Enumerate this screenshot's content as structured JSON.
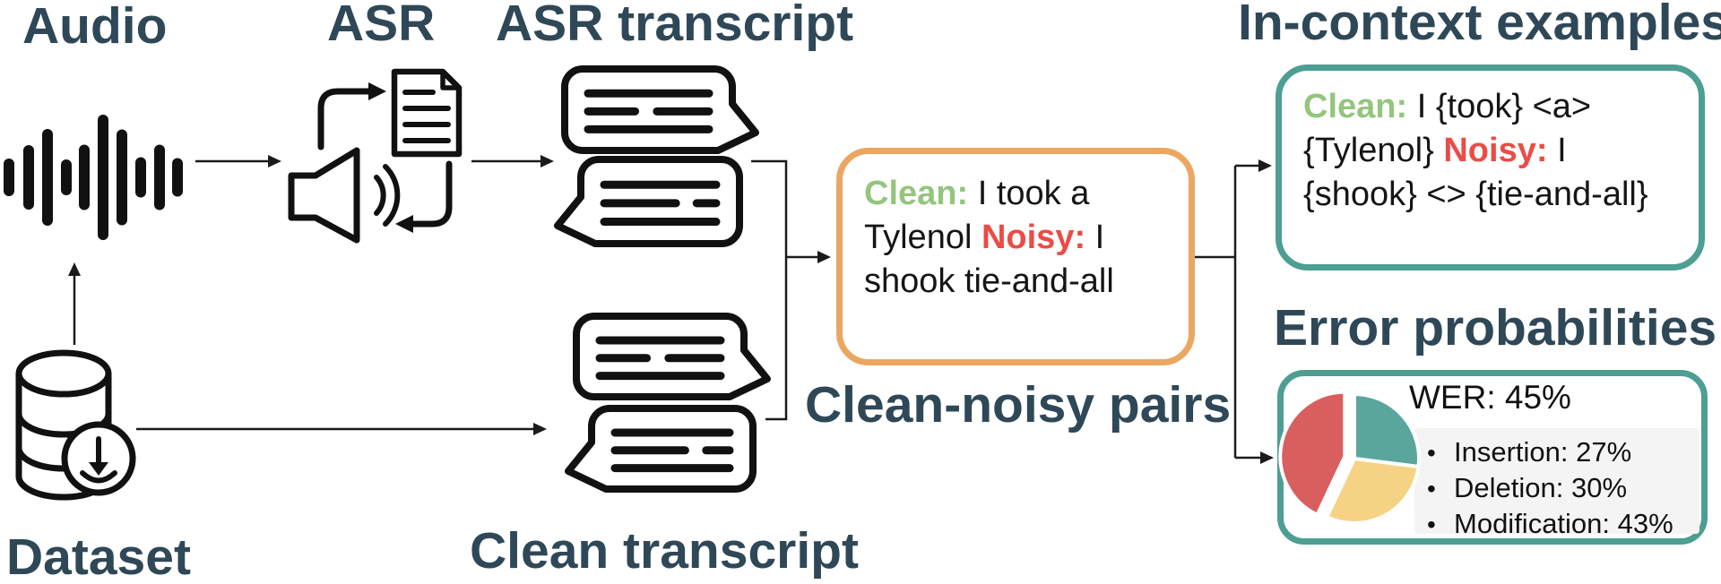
{
  "labels": {
    "audio": "Audio",
    "asr": "ASR",
    "asr_transcript": "ASR transcript",
    "in_context": "In-context examples",
    "dataset": "Dataset",
    "clean_transcript": "Clean transcript",
    "clean_noisy": "Clean-noisy pairs",
    "error_probabilities": "Error probabilities"
  },
  "pair_box": {
    "clean_label": "Clean:",
    "clean_text": "I took a Tylenol",
    "noisy_label": "Noisy:",
    "noisy_text": "I shook tie-and-all"
  },
  "incontext_box": {
    "clean_label": "Clean:",
    "clean_text": "I {took} <a> {Tylenol}",
    "noisy_label": "Noisy:",
    "noisy_text": "I {shook} <> {tie-and-all}"
  },
  "error_box": {
    "wer": "WER: 45%",
    "items": [
      "Insertion: 27%",
      "Deletion: 30%",
      "Modification: 43%"
    ]
  },
  "palette": {
    "title_color": "#2F4858",
    "orange_border": "#EAA761",
    "teal_border": "#4D9E93",
    "green_label": "#94C57D",
    "red_label": "#EA4C46",
    "icon_black": "#111111",
    "panel_gray": "#F4F4F5"
  },
  "chart_data": {
    "type": "pie",
    "title": "WER: 45%",
    "labels": [
      "Insertion",
      "Deletion",
      "Modification"
    ],
    "values": [
      27,
      30,
      43
    ],
    "colors": [
      "#5BA69C",
      "#F6D384",
      "#D95F5E"
    ],
    "start_angle_deg_clockwise_from_top": 0,
    "exploded_slice": "Modification",
    "legend_position": "right-bulleted-list",
    "annotations": [
      "Insertion: 27%",
      "Deletion: 30%",
      "Modification: 43%"
    ]
  }
}
